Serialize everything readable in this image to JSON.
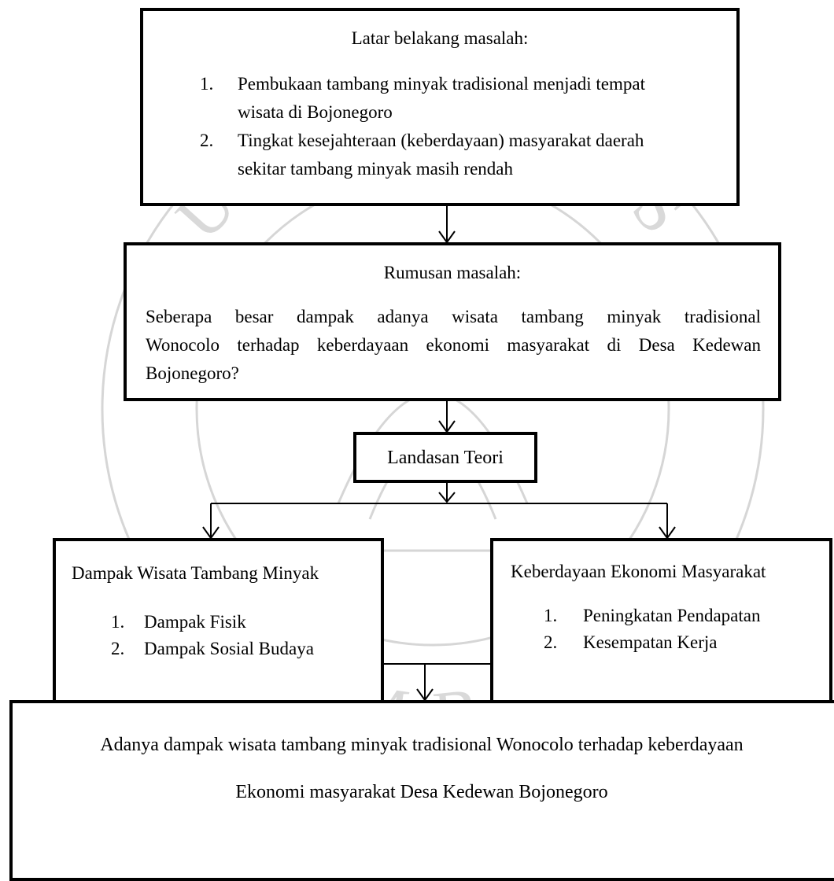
{
  "watermark": {
    "text": "UNIVERSITAS JEMBER",
    "color": "#c8c8c8"
  },
  "box1": {
    "title": "Latar belakang masalah:",
    "items": [
      {
        "num": "1.",
        "line1": "Pembukaan tambang minyak tradisional menjadi tempat",
        "line2": "wisata di Bojonegoro"
      },
      {
        "num": "2.",
        "line1": "Tingkat kesejahteraan (keberdayaan) masyarakat daerah",
        "line2": "sekitar tambang minyak masih rendah"
      }
    ]
  },
  "box2": {
    "title": "Rumusan masalah:",
    "lines": [
      "Seberapa besar dampak adanya wisata tambang minyak tradisional",
      "Wonocolo terhadap keberdayaan ekonomi masyarakat di Desa Kedewan",
      "Bojonegoro?"
    ]
  },
  "box3": {
    "title": "Landasan Teori"
  },
  "box4": {
    "title": "Dampak Wisata Tambang  Minyak",
    "items": [
      {
        "num": "1.",
        "text": "Dampak Fisik"
      },
      {
        "num": "2.",
        "text": "Dampak Sosial Budaya"
      }
    ]
  },
  "box5": {
    "title": "Keberdayaan Ekonomi Masyarakat",
    "items": [
      {
        "num": "1.",
        "text": "Peningkatan Pendapatan"
      },
      {
        "num": "2.",
        "text": "Kesempatan Kerja"
      }
    ]
  },
  "box6": {
    "lines": [
      "Adanya dampak wisata tambang minyak tradisional Wonocolo terhadap keberdayaan",
      "Ekonomi masyarakat Desa Kedewan Bojonegoro"
    ]
  }
}
